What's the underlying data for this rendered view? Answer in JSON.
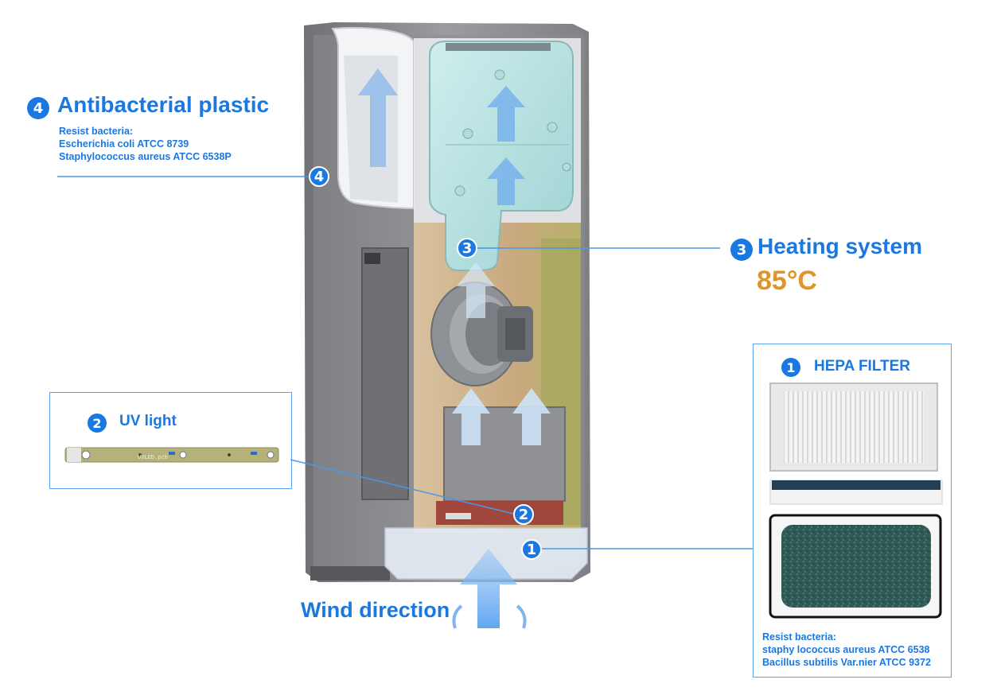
{
  "features": {
    "antibacterial": {
      "number": "4",
      "title": "Antibacterial plastic",
      "subtitle": "Resist bacteria:",
      "bacteria": [
        "Escherichia coli ATCC 8739",
        "Staphylococcus aureus ATCC 6538P"
      ]
    },
    "heating": {
      "number": "3",
      "title": "Heating system",
      "temperature": "85°C"
    },
    "uv": {
      "number": "2",
      "title": "UV light",
      "pcb_label": "UVLED.pcb"
    },
    "hepa": {
      "number": "1",
      "title": "HEPA FILTER",
      "subtitle": "Resist bacteria:",
      "bacteria": [
        "staphy lococcus aureus ATCC 6538",
        "Bacillus subtilis Var.nier ATCC 9372"
      ]
    }
  },
  "wind_label": "Wind direction",
  "callout_numbers": [
    "4",
    "3",
    "2",
    "1"
  ],
  "colors": {
    "accent": "#1a78e0",
    "temperature": "#e0952a",
    "housing": "#8a8c90",
    "filter_green": "#2f5a55"
  }
}
